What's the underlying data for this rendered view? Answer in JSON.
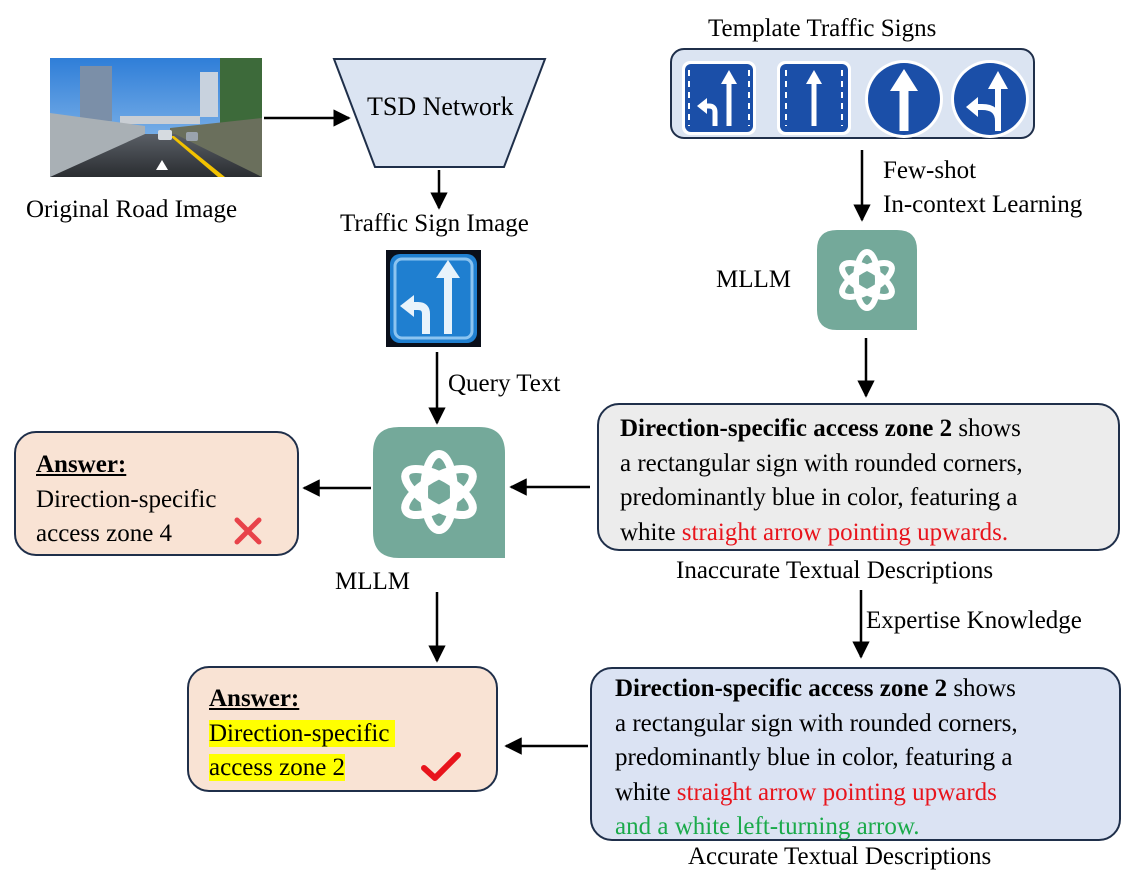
{
  "labels": {
    "original_road_image": "Original Road Image",
    "tsd_network": "TSD Network",
    "traffic_sign_image": "Traffic Sign Image",
    "template_traffic_signs": "Template Traffic Signs",
    "few_shot": "Few-shot",
    "in_context_learning": "In-context Learning",
    "mllm_top": "MLLM",
    "mllm_center": "MLLM",
    "query_text": "Query Text",
    "inaccurate_descriptions": "Inaccurate Textual Descriptions",
    "expertise_knowledge": "Expertise Knowledge",
    "accurate_descriptions": "Accurate Textual Descriptions"
  },
  "wrong_answer": {
    "title": "Answer:",
    "line1": "Direction-specific",
    "line2": "access zone 4",
    "mark_icon": "cross-icon"
  },
  "correct_answer": {
    "title": "Answer:",
    "line1": "Direction-specific",
    "line2": "access zone 2",
    "mark_icon": "check-icon"
  },
  "inaccurate_box": {
    "bold": "Direction-specific access zone 2",
    "text1": " shows",
    "line2": "a rectangular sign with rounded corners,",
    "line3": "predominantly blue in color, featuring a",
    "line4_prefix": "white ",
    "line4_red": "straight arrow pointing upwards."
  },
  "accurate_box": {
    "bold": "Direction-specific access zone 2",
    "text1": " shows",
    "line2": "a rectangular sign with rounded corners,",
    "line3": "predominantly blue in color, featuring a",
    "line4_prefix": "white ",
    "line4_red": "straight arrow pointing upwards",
    "line5_green": "and a white left-turning arrow."
  },
  "colors": {
    "sign_blue": "#1b4fa8",
    "mllm_green": "#74a99a",
    "answer_box_fill": "#f9e3d4",
    "inaccurate_fill": "#ececec",
    "accurate_fill": "#dbe3f3",
    "tsd_fill": "#dbe4f2",
    "highlight": "#ffff00",
    "wrong_red": "#e8141c",
    "correct_green": "#1aaa4a"
  }
}
